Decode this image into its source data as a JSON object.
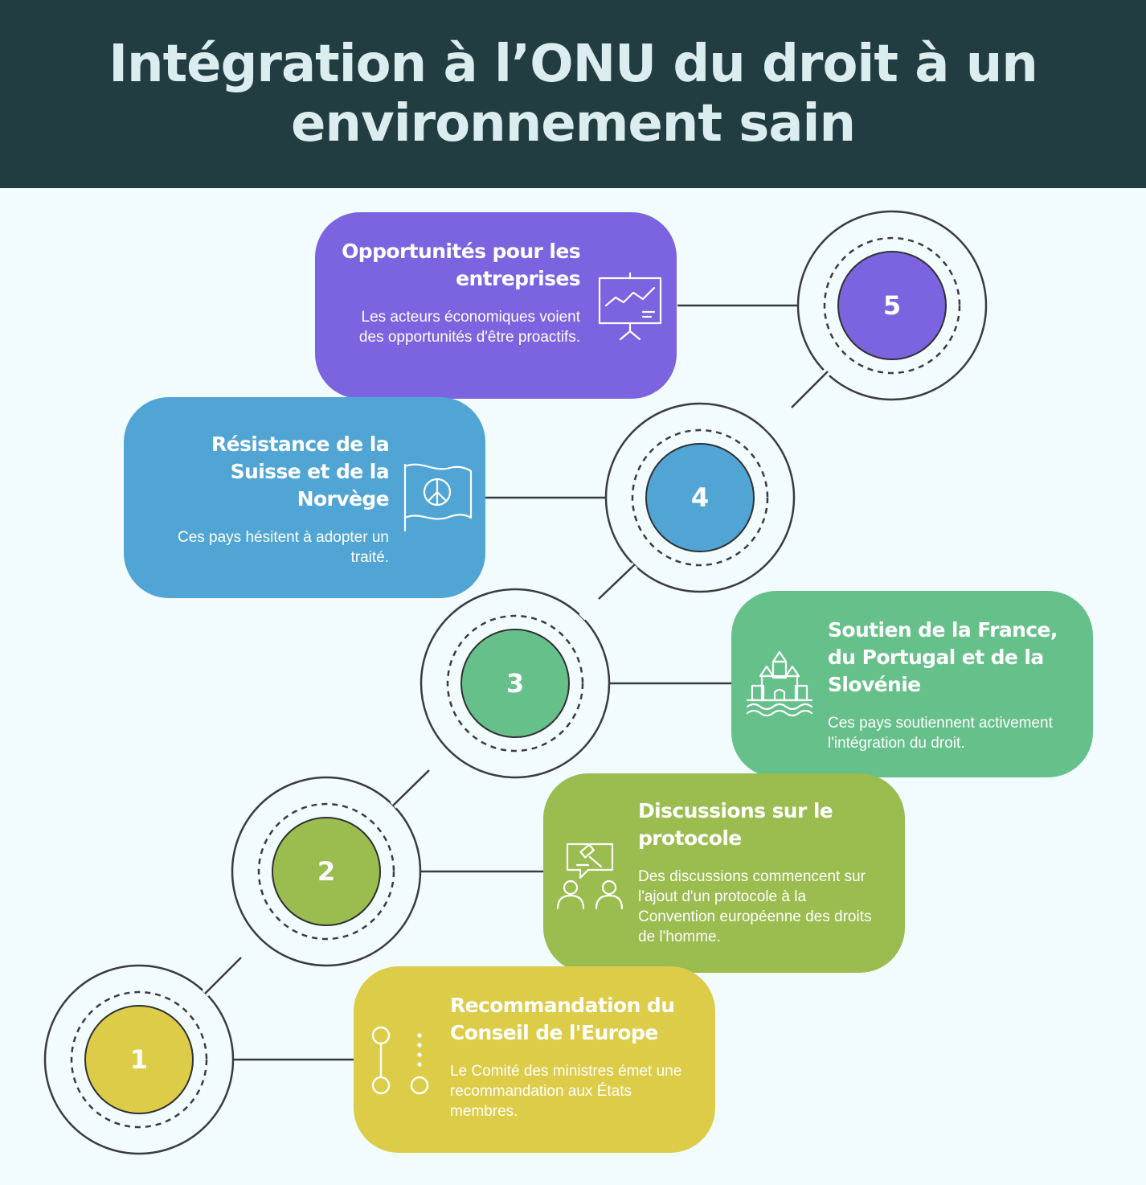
{
  "header": {
    "title": "Intégration à l’ONU du droit à un environnement sain"
  },
  "colors": {
    "header_bg": "#223d42",
    "background": "#f2fbfd",
    "step1": "#ddcc48",
    "step2": "#9bbc4f",
    "step3": "#66c08a",
    "step4": "#50a5d4",
    "step5": "#7c63e0"
  },
  "steps": [
    {
      "number": "1",
      "title": "Recommandation du Conseil de l'Europe",
      "description": "Le Comité des ministres émet une recommandation aux États membres.",
      "icon": "milestone-path-icon"
    },
    {
      "number": "2",
      "title": "Discussions sur le protocole",
      "description": "Des discussions commencent sur l'ajout d'un protocole à la Convention européenne des droits de l'homme.",
      "icon": "discussion-gavel-icon"
    },
    {
      "number": "3",
      "title": "Soutien de la France, du Portugal et de la Slovénie",
      "description": "Ces pays soutiennent activement l'intégration du droit.",
      "icon": "castle-icon"
    },
    {
      "number": "4",
      "title": "Résistance de la Suisse et de la Norvège",
      "description": "Ces pays hésitent à adopter un traité.",
      "icon": "peace-flag-icon"
    },
    {
      "number": "5",
      "title": "Opportunités pour les entreprises",
      "description": "Les acteurs économiques voient des opportunités d'être proactifs.",
      "icon": "presentation-chart-icon"
    }
  ]
}
